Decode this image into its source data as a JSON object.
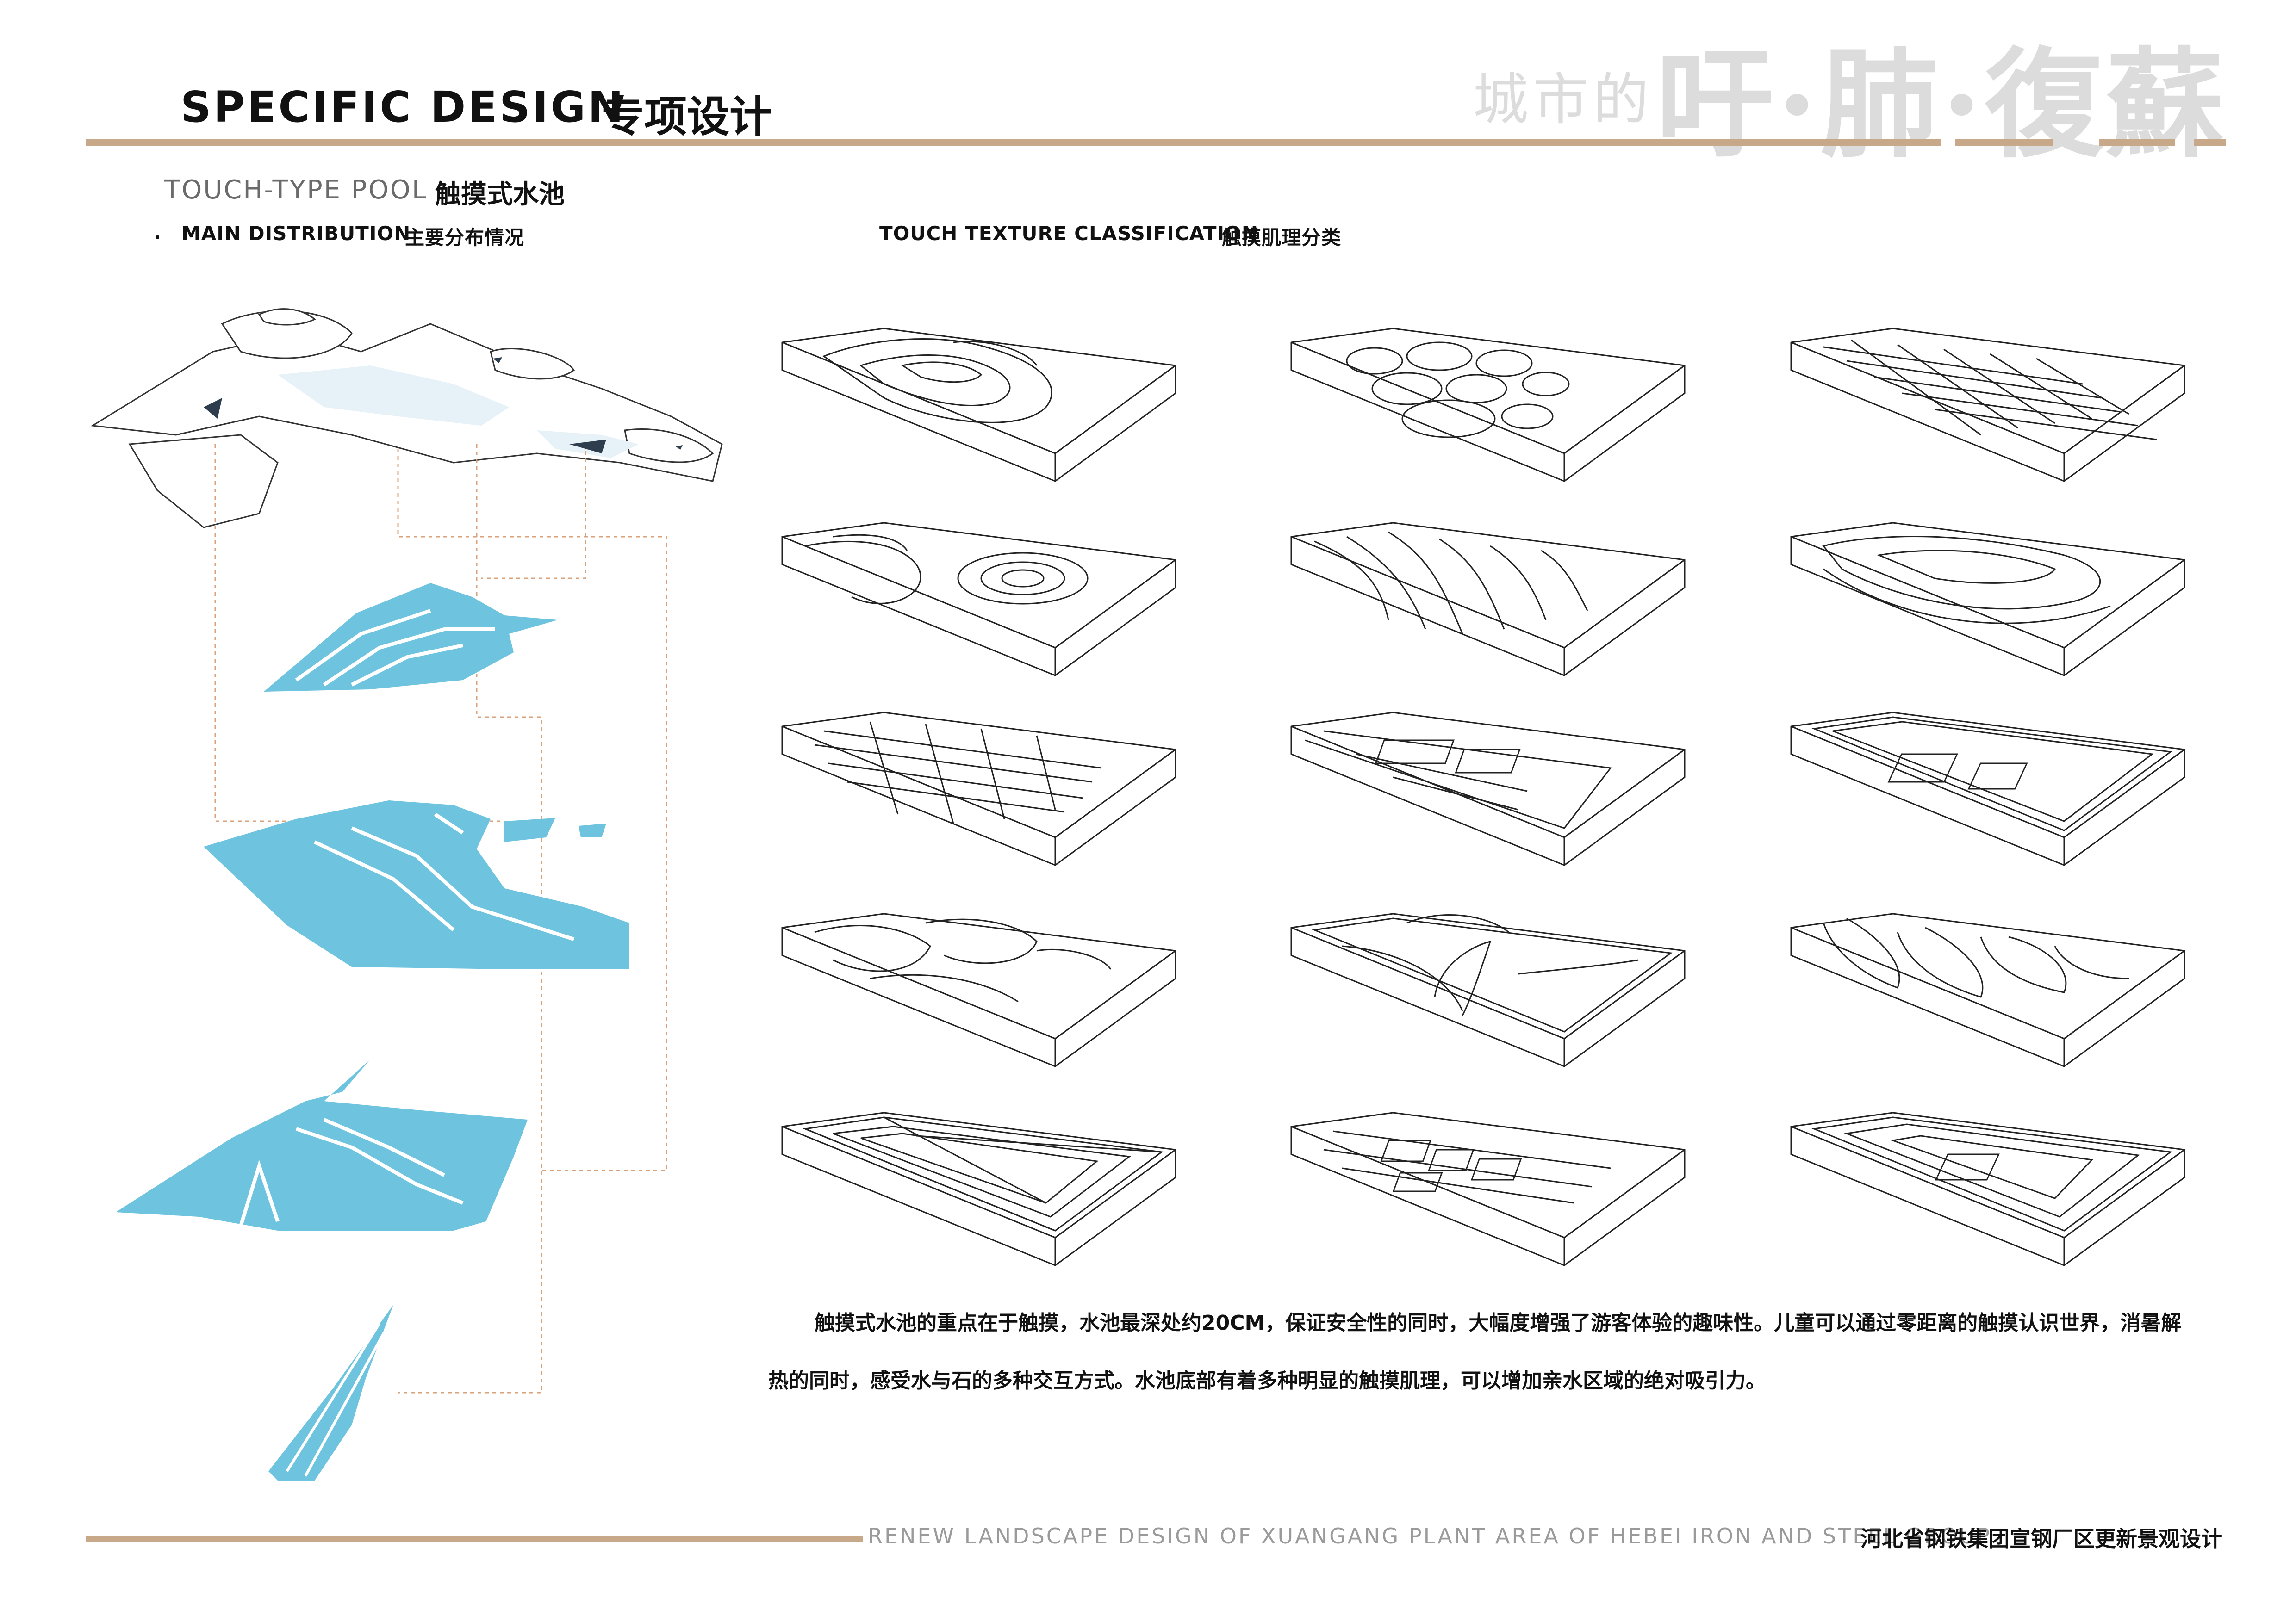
{
  "header": {
    "title_en": "SPECIFIC DESIGN",
    "title_cn": "专项设计",
    "brand_small": "城市的",
    "brand_big": "吁·肺·復蘇"
  },
  "section": {
    "title_en": "TOUCH-TYPE POOL",
    "title_cn": "触摸式水池"
  },
  "labels": {
    "distribution_dot": ".",
    "distribution_en": "MAIN DISTRIBUTION",
    "distribution_cn": "主要分布情况",
    "texture_en": "TOUCH TEXTURE CLASSIFICATION",
    "texture_cn": "触摸肌理分类"
  },
  "description": {
    "line1": "触摸式水池的重点在于触摸，水池最深处约20CM，保证安全性的同时，大幅度增强了游客体验的趣味性。儿童可以通过零距离的触摸认识世界，消暑解",
    "line2": "热的同时，感受水与石的多种交互方式。水池底部有着多种明显的触摸肌理，可以增加亲水区域的绝对吸引力。"
  },
  "footer": {
    "project_en": "RENEW LANDSCAPE DESIGN OF XUANGANG PLANT AREA OF HEBEI IRON AND STEEL GROUP",
    "project_cn": "河北省钢铁集团宣钢厂区更新景观设计"
  },
  "colors": {
    "accent": "#c7a98a",
    "water": "#6ec3df",
    "leader": "#d9a27a",
    "brand": "#dcdcdc"
  },
  "texture_grid": {
    "rows": 5,
    "cols": 3
  }
}
